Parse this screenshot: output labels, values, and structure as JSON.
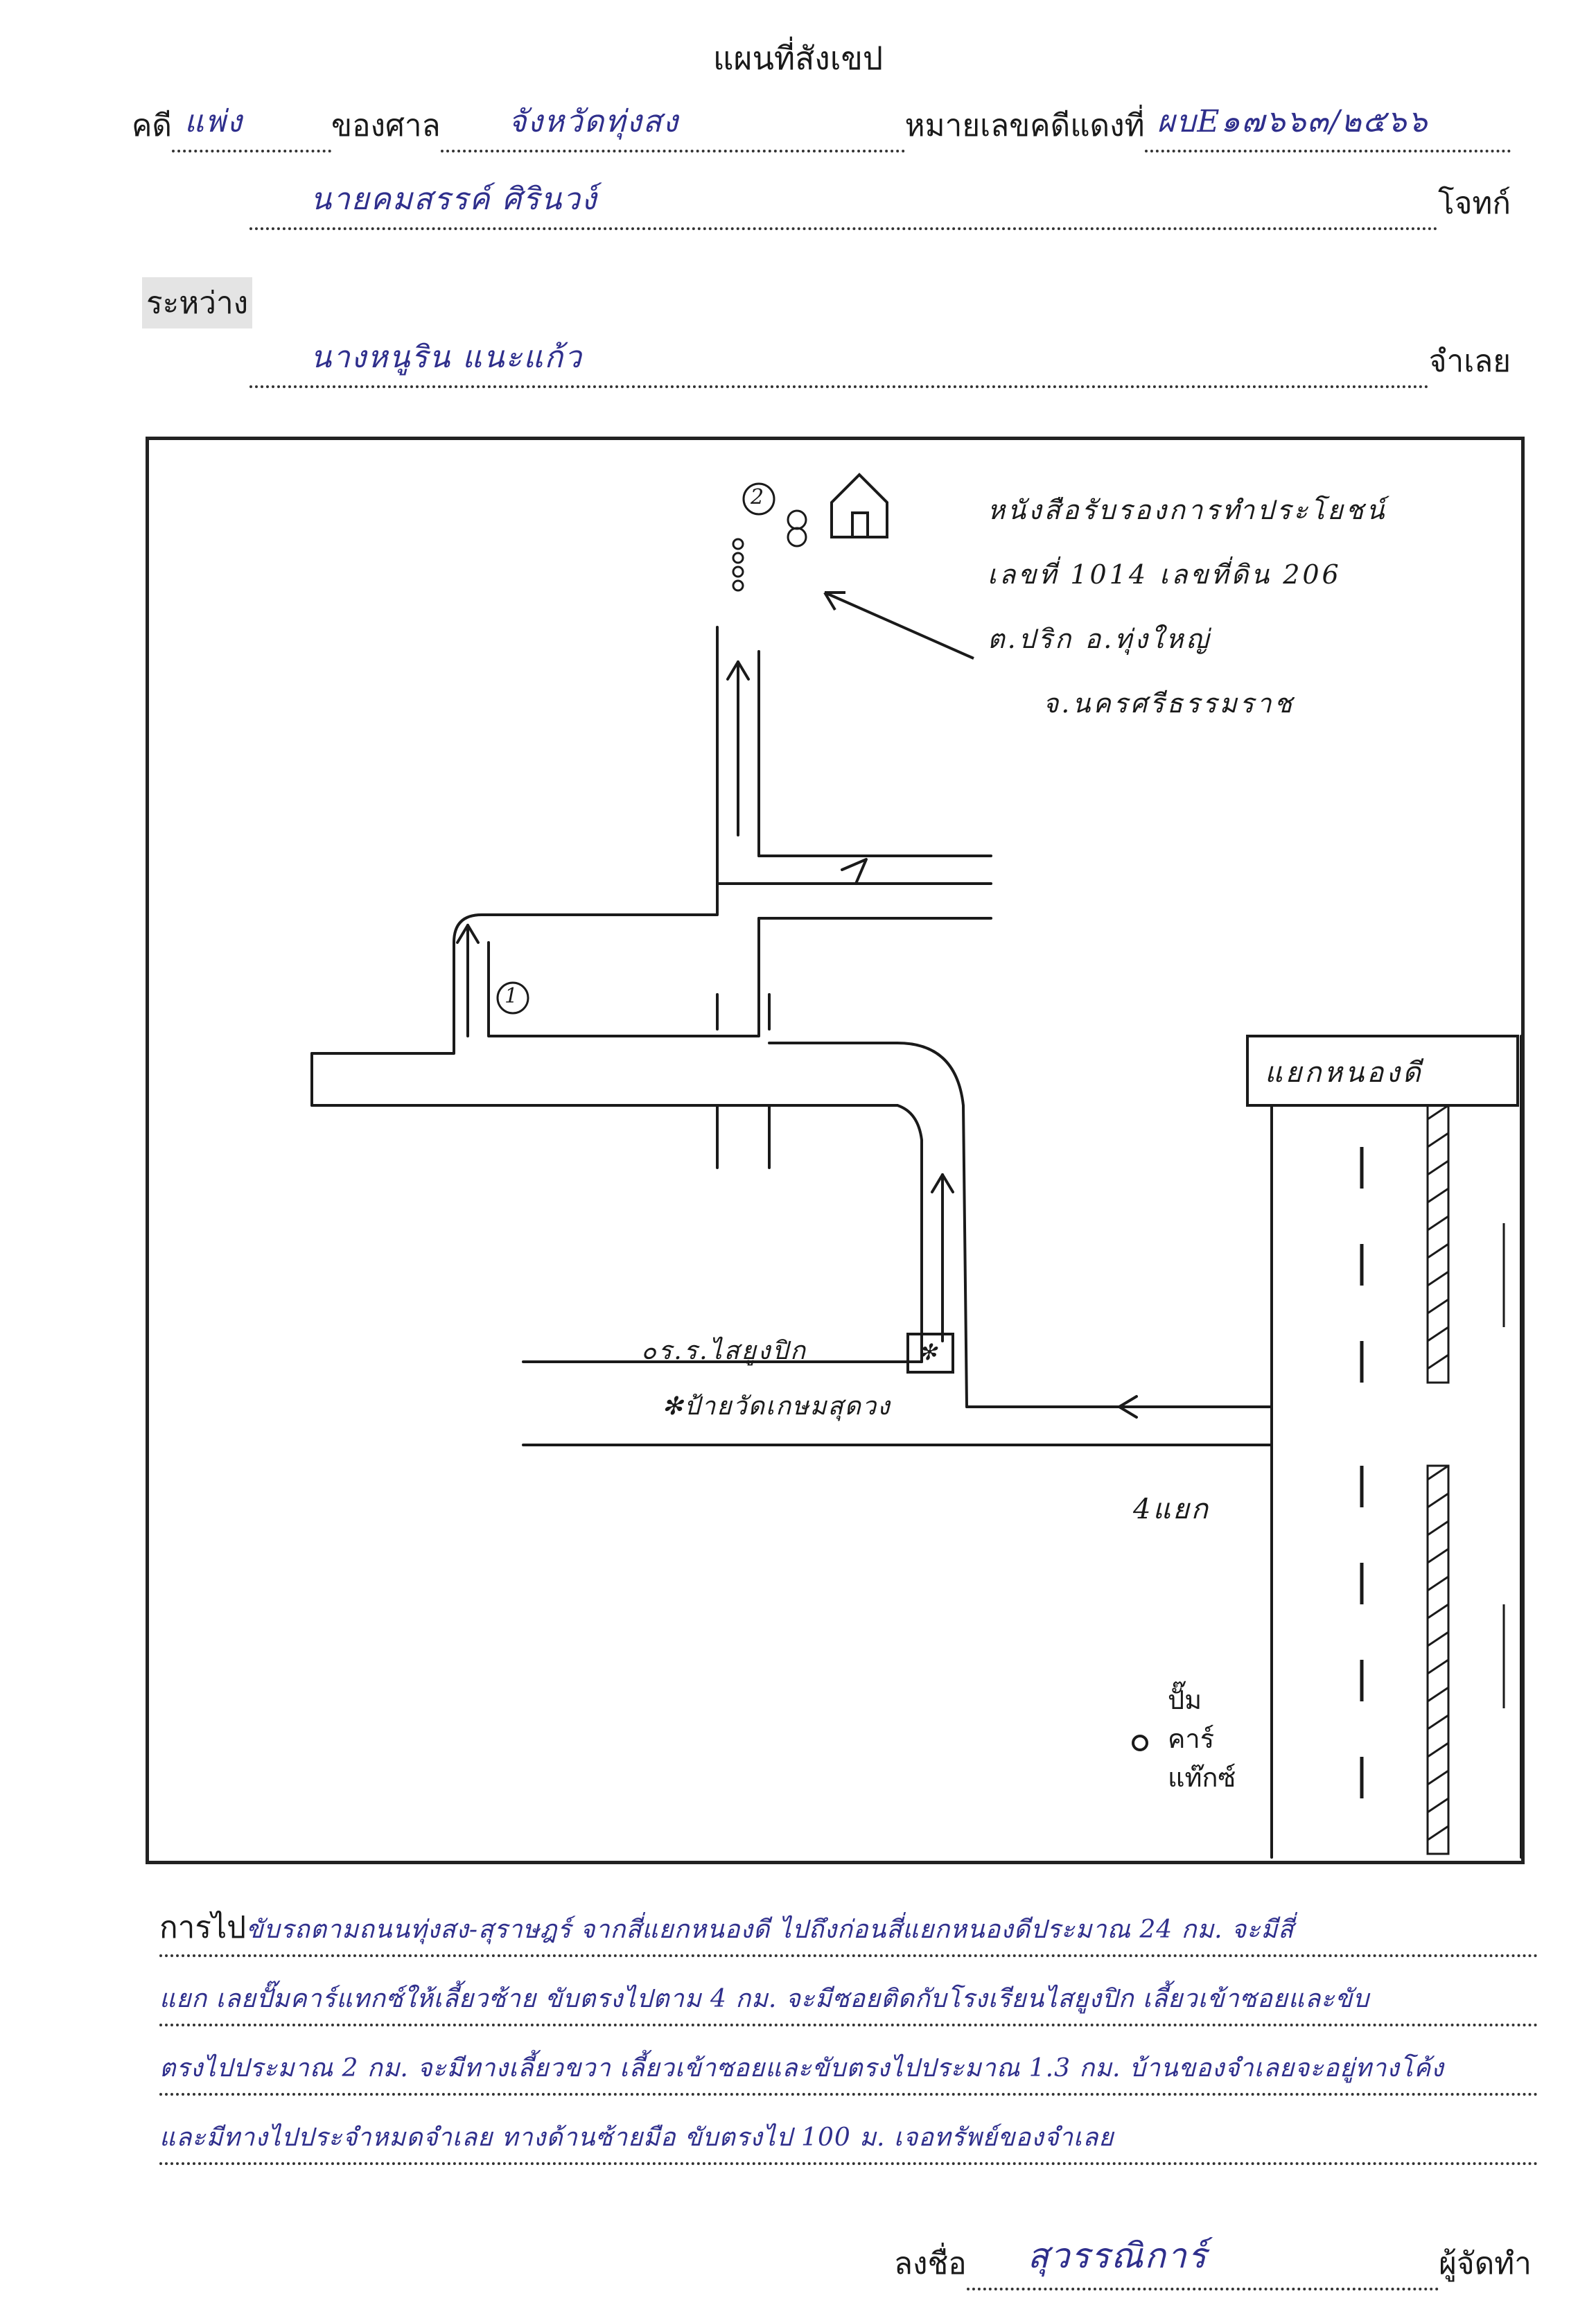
{
  "title": "แผนที่สังเขป",
  "header": {
    "case_label": "คดี",
    "case_type": "แพ่ง",
    "court_label": "ของศาล",
    "court_name": "จังหวัดทุ่งสง",
    "red_case_label": "หมายเลขคดีแดงที่",
    "red_case_number": "ผบE๑๗๖๖๓/๒๕๖๖",
    "plaintiff_name": "นายคมสรรค์ ศิรินวง์",
    "plaintiff_label": "โจทก์",
    "between_label": "ระหว่าง",
    "defendant_name": "นางหนูริน แนะแก้ว",
    "defendant_label": "จำเลย"
  },
  "map": {
    "note_lines": [
      "หนังสือรับรองการทำประโยชน์",
      "เลขที่ 1014 เลขที่ดิน 206",
      "ต.ปริก อ.ทุ่งใหญ่",
      "จ.นครศรีธรรมราช"
    ],
    "marker_1": "1",
    "marker_2": "2",
    "junction_label": "แยกหนองดี",
    "school_label": "๐ร.ร.ไสยูงปิก",
    "sign_label": "✻ป้ายวัดเกษมสุดวง",
    "intersection_label": "4แยก",
    "pump_label": [
      "ปั๊ม",
      "คาร์",
      "แท๊กซ์"
    ]
  },
  "description": {
    "lead_label": "การไป",
    "lines": [
      "ขับรถตามถนนทุ่งสง-สุราษฎร์ จากสี่แยกหนองดี ไปถึงก่อนสี่แยกหนองดีประมาณ 24 กม. จะมีสี่",
      "แยก เลยปั๊มคาร์แทกซ์ให้เลี้ยวซ้าย ขับตรงไปตาม 4 กม. จะมีซอยติดกับโรงเรียนไสยูงปิก เลี้ยวเข้าซอยและขับ",
      "ตรงไปประมาณ 2 กม. จะมีทางเลี้ยวขวา เลี้ยวเข้าซอยและขับตรงไปประมาณ 1.3 กม. บ้านของจำเลยจะอยู่ทางโค้ง",
      "และมีทางไปประจำหมดจำเลย ทางด้านซ้ายมือ ขับตรงไป 100 ม. เจอทรัพย์ของจำเลย"
    ]
  },
  "signature": {
    "label": "ลงชื่อ",
    "name": "สุวรรณิการ์",
    "role": "ผู้จัดทำ"
  }
}
